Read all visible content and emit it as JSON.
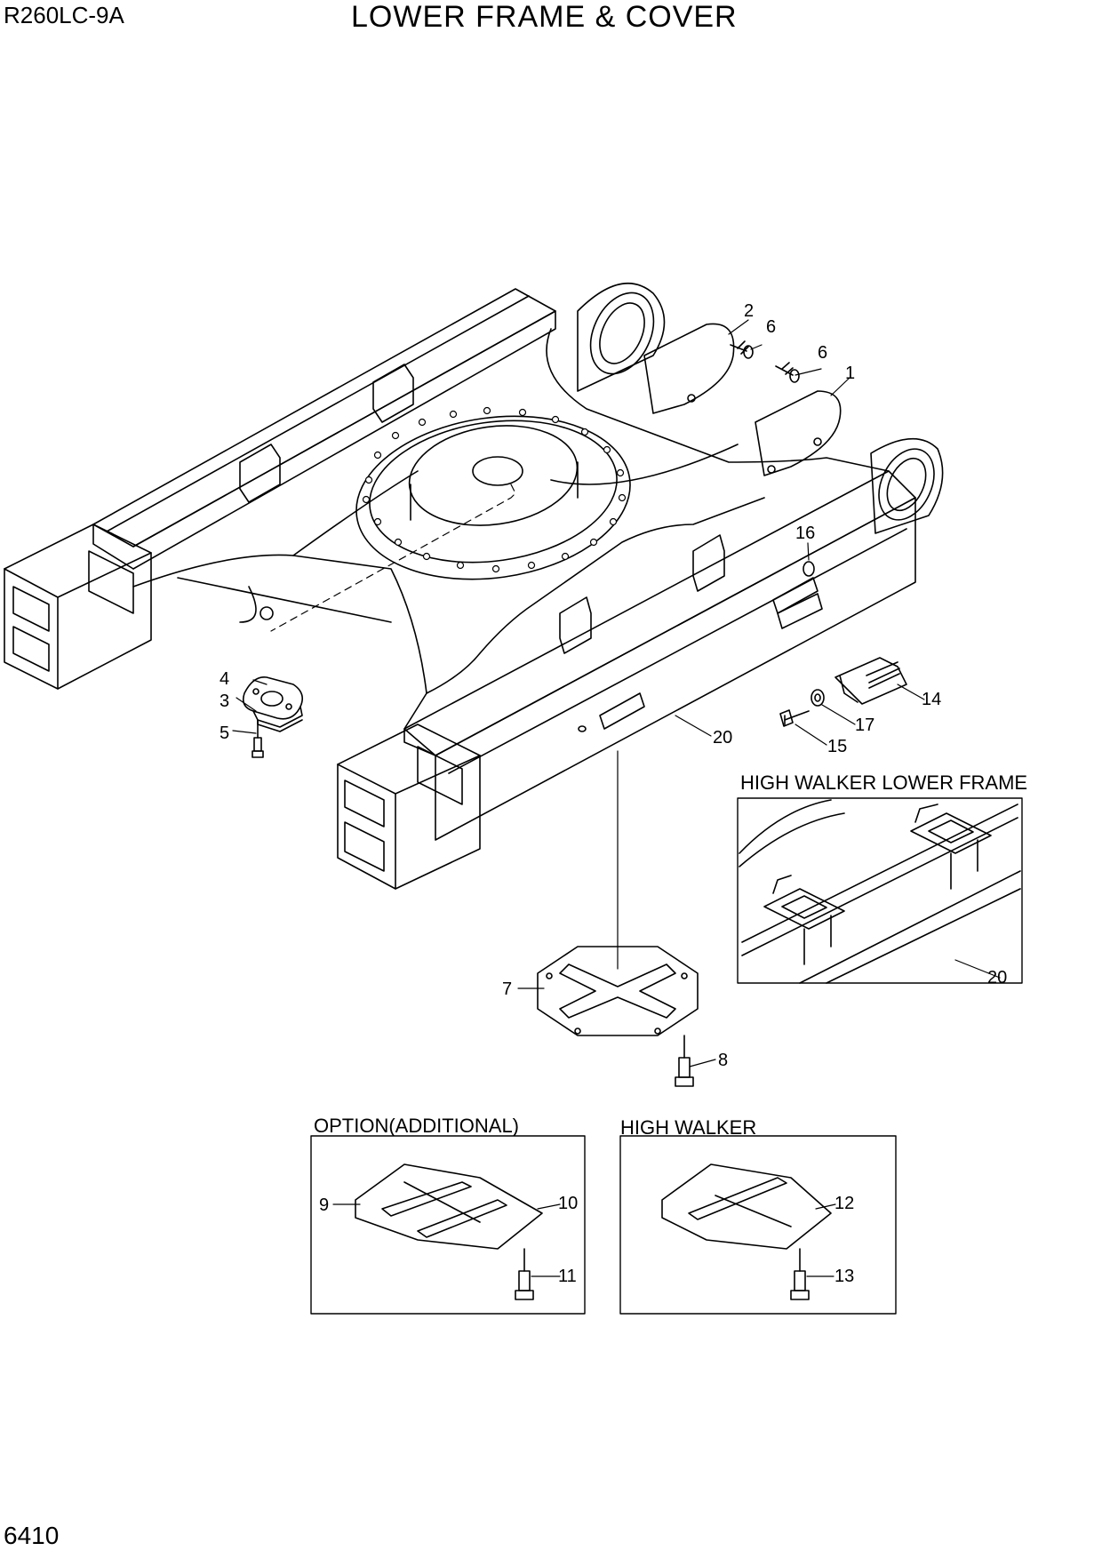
{
  "header": {
    "model": "R260LC-9A",
    "title": "LOWER FRAME & COVER"
  },
  "footer": {
    "page_number": "6410"
  },
  "insets": {
    "high_walker_lower_frame": "HIGH WALKER LOWER FRAME",
    "option_additional": "OPTION(ADDITIONAL)",
    "high_walker": "HIGH WALKER"
  },
  "callouts": {
    "p1": "1",
    "p2": "2",
    "p3": "3",
    "p4": "4",
    "p5": "5",
    "p6a": "6",
    "p6b": "6",
    "p7": "7",
    "p8": "8",
    "p9": "9",
    "p10": "10",
    "p11": "11",
    "p12": "12",
    "p13": "13",
    "p14": "14",
    "p15": "15",
    "p16": "16",
    "p17": "17",
    "p20a": "20",
    "p20b": "20"
  }
}
